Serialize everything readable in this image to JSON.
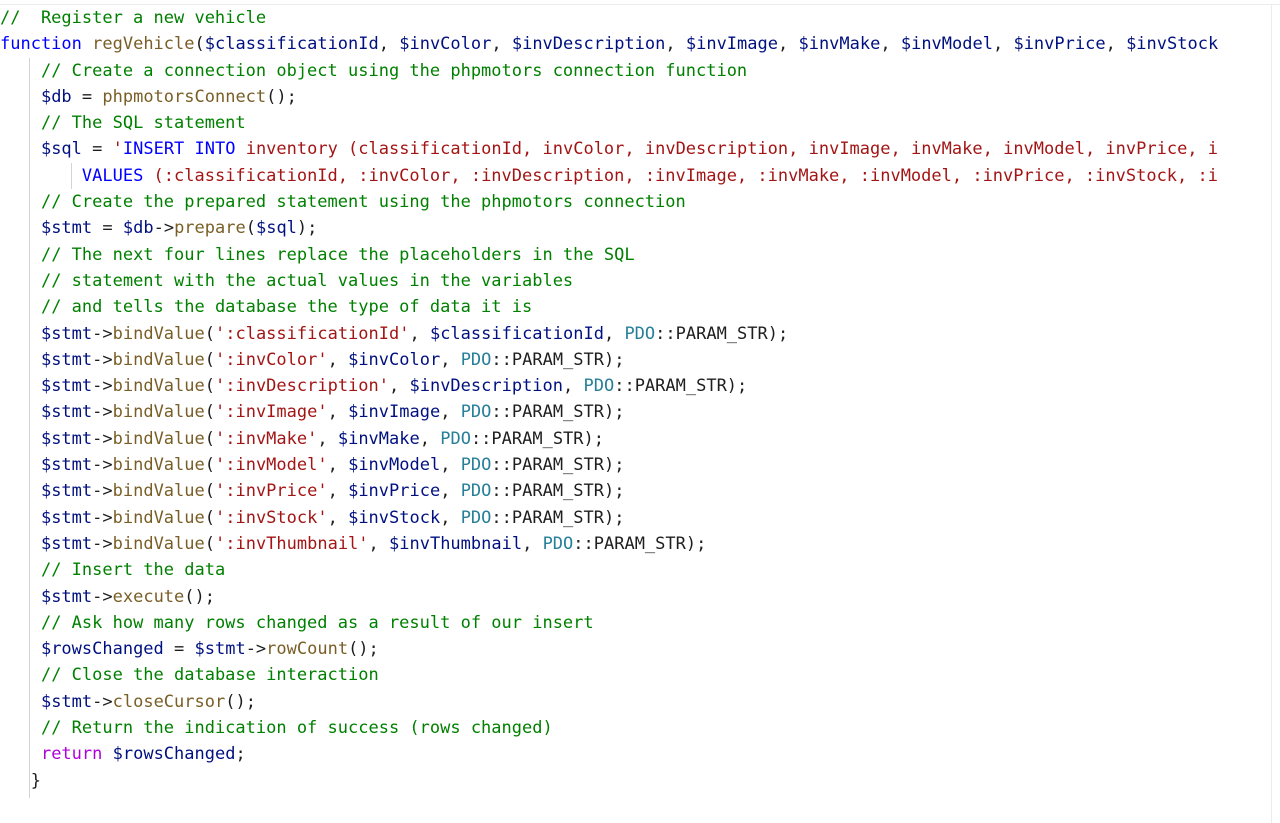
{
  "editor": {
    "lines": [
      [
        {
          "t": "c",
          "v": "//  Register a new vehicle"
        }
      ],
      [
        {
          "t": "k",
          "v": "function"
        },
        {
          "t": "p",
          "v": " "
        },
        {
          "t": "f",
          "v": "regVehicle"
        },
        {
          "t": "p",
          "v": "("
        },
        {
          "t": "v",
          "v": "$classificationId"
        },
        {
          "t": "p",
          "v": ", "
        },
        {
          "t": "v",
          "v": "$invColor"
        },
        {
          "t": "p",
          "v": ", "
        },
        {
          "t": "v",
          "v": "$invDescription"
        },
        {
          "t": "p",
          "v": ", "
        },
        {
          "t": "v",
          "v": "$invImage"
        },
        {
          "t": "p",
          "v": ", "
        },
        {
          "t": "v",
          "v": "$invMake"
        },
        {
          "t": "p",
          "v": ", "
        },
        {
          "t": "v",
          "v": "$invModel"
        },
        {
          "t": "p",
          "v": ", "
        },
        {
          "t": "v",
          "v": "$invPrice"
        },
        {
          "t": "p",
          "v": ", "
        },
        {
          "t": "v",
          "v": "$invStock"
        }
      ],
      [
        {
          "t": "p",
          "v": "    "
        },
        {
          "t": "c",
          "v": "// Create a connection object using the phpmotors connection function"
        }
      ],
      [
        {
          "t": "p",
          "v": "    "
        },
        {
          "t": "v",
          "v": "$db"
        },
        {
          "t": "p",
          "v": " = "
        },
        {
          "t": "f",
          "v": "phpmotorsConnect"
        },
        {
          "t": "p",
          "v": "();"
        }
      ],
      [
        {
          "t": "p",
          "v": "    "
        },
        {
          "t": "c",
          "v": "// The SQL statement"
        }
      ],
      [
        {
          "t": "p",
          "v": "    "
        },
        {
          "t": "v",
          "v": "$sql"
        },
        {
          "t": "p",
          "v": " = "
        },
        {
          "t": "s",
          "v": "'"
        },
        {
          "t": "k",
          "v": "INSERT INTO"
        },
        {
          "t": "s",
          "v": " inventory (classificationId, invColor, invDescription, invImage, invMake, invModel, invPrice, i"
        }
      ],
      [
        {
          "t": "p",
          "v": "        "
        },
        {
          "t": "k",
          "v": "VALUES"
        },
        {
          "t": "s",
          "v": " (:classificationId, :invColor, :invDescription, :invImage, :invMake, :invModel, :invPrice, :invStock, :i"
        }
      ],
      [
        {
          "t": "p",
          "v": "    "
        },
        {
          "t": "c",
          "v": "// Create the prepared statement using the phpmotors connection"
        }
      ],
      [
        {
          "t": "p",
          "v": "    "
        },
        {
          "t": "v",
          "v": "$stmt"
        },
        {
          "t": "p",
          "v": " = "
        },
        {
          "t": "v",
          "v": "$db"
        },
        {
          "t": "p",
          "v": "->"
        },
        {
          "t": "f",
          "v": "prepare"
        },
        {
          "t": "p",
          "v": "("
        },
        {
          "t": "v",
          "v": "$sql"
        },
        {
          "t": "p",
          "v": ");"
        }
      ],
      [
        {
          "t": "p",
          "v": "    "
        },
        {
          "t": "c",
          "v": "// The next four lines replace the placeholders in the SQL"
        }
      ],
      [
        {
          "t": "p",
          "v": "    "
        },
        {
          "t": "c",
          "v": "// statement with the actual values in the variables"
        }
      ],
      [
        {
          "t": "p",
          "v": "    "
        },
        {
          "t": "c",
          "v": "// and tells the database the type of data it is"
        }
      ],
      [
        {
          "t": "p",
          "v": "    "
        },
        {
          "t": "v",
          "v": "$stmt"
        },
        {
          "t": "p",
          "v": "->"
        },
        {
          "t": "f",
          "v": "bindValue"
        },
        {
          "t": "p",
          "v": "("
        },
        {
          "t": "s",
          "v": "':classificationId'"
        },
        {
          "t": "p",
          "v": ", "
        },
        {
          "t": "v",
          "v": "$classificationId"
        },
        {
          "t": "p",
          "v": ", "
        },
        {
          "t": "t",
          "v": "PDO"
        },
        {
          "t": "p",
          "v": "::PARAM_STR);"
        }
      ],
      [
        {
          "t": "p",
          "v": "    "
        },
        {
          "t": "v",
          "v": "$stmt"
        },
        {
          "t": "p",
          "v": "->"
        },
        {
          "t": "f",
          "v": "bindValue"
        },
        {
          "t": "p",
          "v": "("
        },
        {
          "t": "s",
          "v": "':invColor'"
        },
        {
          "t": "p",
          "v": ", "
        },
        {
          "t": "v",
          "v": "$invColor"
        },
        {
          "t": "p",
          "v": ", "
        },
        {
          "t": "t",
          "v": "PDO"
        },
        {
          "t": "p",
          "v": "::PARAM_STR);"
        }
      ],
      [
        {
          "t": "p",
          "v": "    "
        },
        {
          "t": "v",
          "v": "$stmt"
        },
        {
          "t": "p",
          "v": "->"
        },
        {
          "t": "f",
          "v": "bindValue"
        },
        {
          "t": "p",
          "v": "("
        },
        {
          "t": "s",
          "v": "':invDescription'"
        },
        {
          "t": "p",
          "v": ", "
        },
        {
          "t": "v",
          "v": "$invDescription"
        },
        {
          "t": "p",
          "v": ", "
        },
        {
          "t": "t",
          "v": "PDO"
        },
        {
          "t": "p",
          "v": "::PARAM_STR);"
        }
      ],
      [
        {
          "t": "p",
          "v": "    "
        },
        {
          "t": "v",
          "v": "$stmt"
        },
        {
          "t": "p",
          "v": "->"
        },
        {
          "t": "f",
          "v": "bindValue"
        },
        {
          "t": "p",
          "v": "("
        },
        {
          "t": "s",
          "v": "':invImage'"
        },
        {
          "t": "p",
          "v": ", "
        },
        {
          "t": "v",
          "v": "$invImage"
        },
        {
          "t": "p",
          "v": ", "
        },
        {
          "t": "t",
          "v": "PDO"
        },
        {
          "t": "p",
          "v": "::PARAM_STR);"
        }
      ],
      [
        {
          "t": "p",
          "v": "    "
        },
        {
          "t": "v",
          "v": "$stmt"
        },
        {
          "t": "p",
          "v": "->"
        },
        {
          "t": "f",
          "v": "bindValue"
        },
        {
          "t": "p",
          "v": "("
        },
        {
          "t": "s",
          "v": "':invMake'"
        },
        {
          "t": "p",
          "v": ", "
        },
        {
          "t": "v",
          "v": "$invMake"
        },
        {
          "t": "p",
          "v": ", "
        },
        {
          "t": "t",
          "v": "PDO"
        },
        {
          "t": "p",
          "v": "::PARAM_STR);"
        }
      ],
      [
        {
          "t": "p",
          "v": "    "
        },
        {
          "t": "v",
          "v": "$stmt"
        },
        {
          "t": "p",
          "v": "->"
        },
        {
          "t": "f",
          "v": "bindValue"
        },
        {
          "t": "p",
          "v": "("
        },
        {
          "t": "s",
          "v": "':invModel'"
        },
        {
          "t": "p",
          "v": ", "
        },
        {
          "t": "v",
          "v": "$invModel"
        },
        {
          "t": "p",
          "v": ", "
        },
        {
          "t": "t",
          "v": "PDO"
        },
        {
          "t": "p",
          "v": "::PARAM_STR);"
        }
      ],
      [
        {
          "t": "p",
          "v": "    "
        },
        {
          "t": "v",
          "v": "$stmt"
        },
        {
          "t": "p",
          "v": "->"
        },
        {
          "t": "f",
          "v": "bindValue"
        },
        {
          "t": "p",
          "v": "("
        },
        {
          "t": "s",
          "v": "':invPrice'"
        },
        {
          "t": "p",
          "v": ", "
        },
        {
          "t": "v",
          "v": "$invPrice"
        },
        {
          "t": "p",
          "v": ", "
        },
        {
          "t": "t",
          "v": "PDO"
        },
        {
          "t": "p",
          "v": "::PARAM_STR);"
        }
      ],
      [
        {
          "t": "p",
          "v": "    "
        },
        {
          "t": "v",
          "v": "$stmt"
        },
        {
          "t": "p",
          "v": "->"
        },
        {
          "t": "f",
          "v": "bindValue"
        },
        {
          "t": "p",
          "v": "("
        },
        {
          "t": "s",
          "v": "':invStock'"
        },
        {
          "t": "p",
          "v": ", "
        },
        {
          "t": "v",
          "v": "$invStock"
        },
        {
          "t": "p",
          "v": ", "
        },
        {
          "t": "t",
          "v": "PDO"
        },
        {
          "t": "p",
          "v": "::PARAM_STR);"
        }
      ],
      [
        {
          "t": "p",
          "v": "    "
        },
        {
          "t": "v",
          "v": "$stmt"
        },
        {
          "t": "p",
          "v": "->"
        },
        {
          "t": "f",
          "v": "bindValue"
        },
        {
          "t": "p",
          "v": "("
        },
        {
          "t": "s",
          "v": "':invThumbnail'"
        },
        {
          "t": "p",
          "v": ", "
        },
        {
          "t": "v",
          "v": "$invThumbnail"
        },
        {
          "t": "p",
          "v": ", "
        },
        {
          "t": "t",
          "v": "PDO"
        },
        {
          "t": "p",
          "v": "::PARAM_STR);"
        }
      ],
      [
        {
          "t": "p",
          "v": "    "
        },
        {
          "t": "c",
          "v": "// Insert the data"
        }
      ],
      [
        {
          "t": "p",
          "v": "    "
        },
        {
          "t": "v",
          "v": "$stmt"
        },
        {
          "t": "p",
          "v": "->"
        },
        {
          "t": "f",
          "v": "execute"
        },
        {
          "t": "p",
          "v": "();"
        }
      ],
      [
        {
          "t": "p",
          "v": "    "
        },
        {
          "t": "c",
          "v": "// Ask how many rows changed as a result of our insert"
        }
      ],
      [
        {
          "t": "p",
          "v": "    "
        },
        {
          "t": "v",
          "v": "$rowsChanged"
        },
        {
          "t": "p",
          "v": " = "
        },
        {
          "t": "v",
          "v": "$stmt"
        },
        {
          "t": "p",
          "v": "->"
        },
        {
          "t": "f",
          "v": "rowCount"
        },
        {
          "t": "p",
          "v": "();"
        }
      ],
      [
        {
          "t": "p",
          "v": "    "
        },
        {
          "t": "c",
          "v": "// Close the database interaction"
        }
      ],
      [
        {
          "t": "p",
          "v": "    "
        },
        {
          "t": "v",
          "v": "$stmt"
        },
        {
          "t": "p",
          "v": "->"
        },
        {
          "t": "f",
          "v": "closeCursor"
        },
        {
          "t": "p",
          "v": "();"
        }
      ],
      [
        {
          "t": "p",
          "v": "    "
        },
        {
          "t": "c",
          "v": "// Return the indication of success (rows changed)"
        }
      ],
      [
        {
          "t": "p",
          "v": "    "
        },
        {
          "t": "r",
          "v": "return"
        },
        {
          "t": "p",
          "v": " "
        },
        {
          "t": "v",
          "v": "$rowsChanged"
        },
        {
          "t": "p",
          "v": ";"
        }
      ],
      [
        {
          "t": "p",
          "v": "   }"
        }
      ]
    ]
  },
  "colors": {
    "comment": "#008000",
    "keyword": "#0000ff",
    "control": "#af00db",
    "function": "#795e26",
    "variable": "#001080",
    "string": "#a31515",
    "type": "#267f99",
    "plain": "#1e1e1e",
    "background": "#ffffff"
  }
}
